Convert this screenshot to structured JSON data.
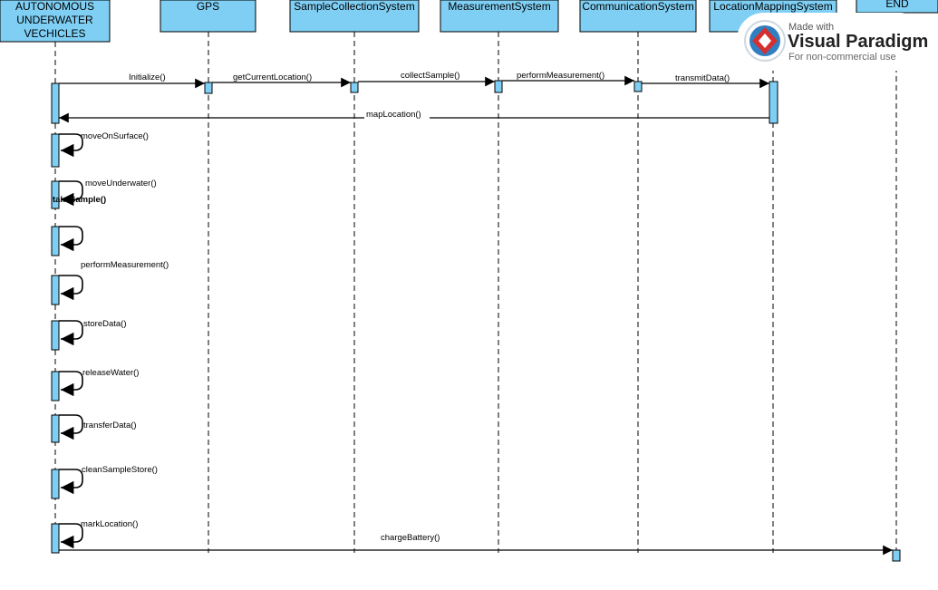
{
  "lifelines": [
    {
      "id": "auv",
      "lines": [
        "AUTONOMOUS",
        "UNDERWATER",
        "VECHICLES"
      ]
    },
    {
      "id": "gps",
      "lines": [
        "GPS"
      ]
    },
    {
      "id": "sample",
      "lines": [
        "SampleCollectionSystem"
      ]
    },
    {
      "id": "measure",
      "lines": [
        "MeasurementSystem"
      ]
    },
    {
      "id": "comm",
      "lines": [
        "CommunicationSystem"
      ]
    },
    {
      "id": "locmap",
      "lines": [
        "LocationMappingSystem"
      ]
    },
    {
      "id": "end",
      "lines": [
        "END"
      ]
    }
  ],
  "messages": [
    {
      "id": "initialize",
      "label": "Initialize()",
      "from": "auv",
      "to": "gps"
    },
    {
      "id": "getCurrentLocation",
      "label": "getCurrentLocation()",
      "from": "gps",
      "to": "sample"
    },
    {
      "id": "collectSample",
      "label": "collectSample()",
      "from": "sample",
      "to": "measure"
    },
    {
      "id": "performMeasurement",
      "label": "performMeasurement()",
      "from": "measure",
      "to": "comm"
    },
    {
      "id": "transmitData",
      "label": "transmitData()",
      "from": "comm",
      "to": "locmap"
    },
    {
      "id": "mapLocation",
      "label": "mapLocation()",
      "from": "locmap",
      "to": "auv"
    },
    {
      "id": "chargeBattery",
      "label": "chargeBattery()",
      "from": "auv",
      "to": "end"
    }
  ],
  "self_messages": [
    {
      "id": "moveOnSurface",
      "label": "moveOnSurface()"
    },
    {
      "id": "moveUnderwater",
      "label": "moveUnderwater()"
    },
    {
      "id": "takeSample",
      "label": "takeSample()"
    },
    {
      "id": "unlabeled",
      "label": ""
    },
    {
      "id": "performMeasurement2",
      "label": "performMeasurement()"
    },
    {
      "id": "storeData",
      "label": "storeData()"
    },
    {
      "id": "releaseWater",
      "label": "releaseWater()"
    },
    {
      "id": "transferData",
      "label": "transferData()"
    },
    {
      "id": "cleanSampleStore",
      "label": "cleanSampleStore()"
    },
    {
      "id": "markLocation",
      "label": "markLocation()"
    }
  ],
  "watermark": {
    "line1": "Made with",
    "brand": "Visual Paradigm",
    "line3": "For non-commercial use"
  },
  "colors": {
    "lifeline_fill": "#7fcff4",
    "watermark_red": "#d62f2f",
    "watermark_blue": "#2f7fc1"
  }
}
